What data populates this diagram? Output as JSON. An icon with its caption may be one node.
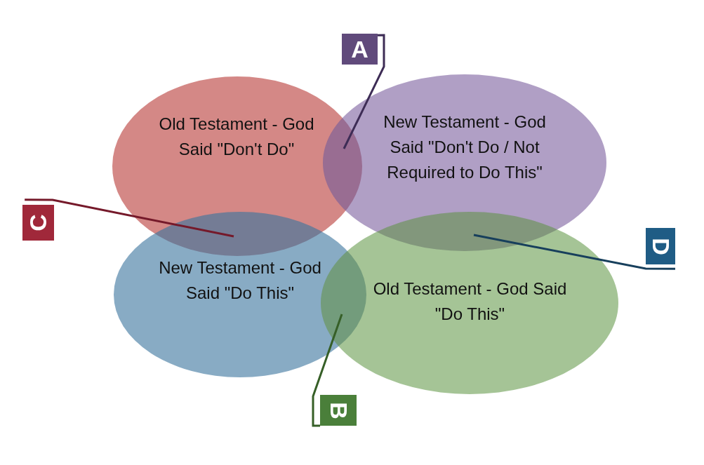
{
  "diagram": {
    "nodes": [
      {
        "text": [
          "Old Testament - God Said \"Don't Do\""
        ]
      },
      {
        "text": [
          "New Testament - God Said \"Don't Do / Not Required to Do This\""
        ]
      },
      {
        "text": [
          "New Testament - God Said \"Do This\""
        ]
      },
      {
        "text": [
          "Old Testament - God Said \"Do This\""
        ]
      },
      {
        "text": [
          "A"
        ]
      },
      {
        "text": [
          "C"
        ]
      },
      {
        "text": [
          "D"
        ]
      },
      {
        "text": [
          "B"
        ]
      },
      {
        "text": [],
        "shape": "lens"
      },
      {
        "text": [],
        "shape": "lens"
      },
      {
        "text": [],
        "shape": "lens"
      },
      {
        "text": [],
        "shape": "lens"
      }
    ],
    "edges": [
      {
        "from": 4,
        "to": 8,
        "arrow": "none"
      },
      {
        "from": 5,
        "to": 9,
        "arrow": "none"
      },
      {
        "from": 6,
        "to": 10,
        "arrow": "none"
      },
      {
        "from": 7,
        "to": 11,
        "arrow": "none"
      }
    ]
  }
}
